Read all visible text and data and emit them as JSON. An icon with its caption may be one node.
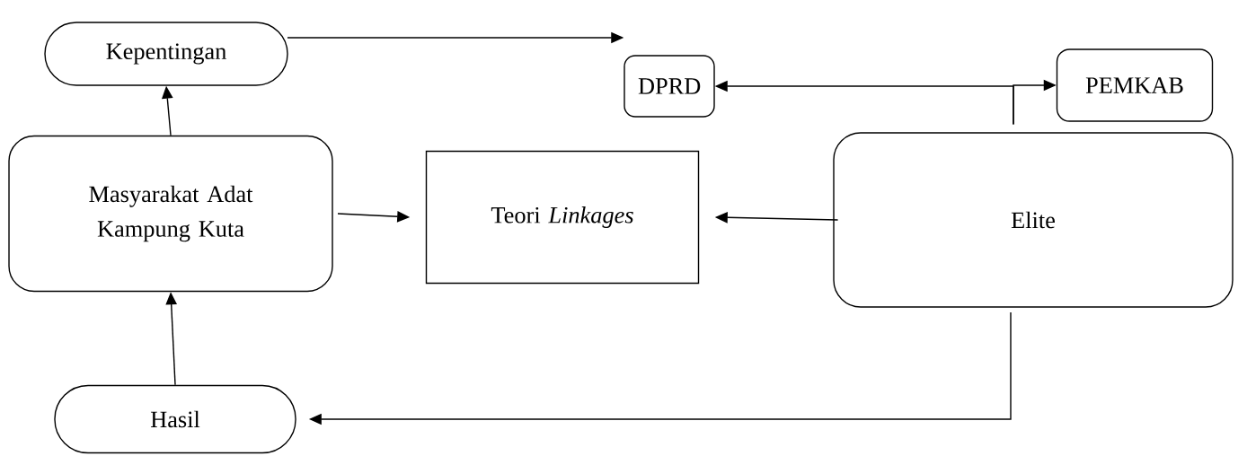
{
  "diagram": {
    "nodes": [
      {
        "text": [
          "Kepentingan"
        ]
      },
      {
        "text": [
          "DPRD"
        ]
      },
      {
        "text": [
          "PEMKAB"
        ]
      },
      {
        "text": [
          "Masyarakat Adat Kampung Kuta"
        ]
      },
      {
        "text": [
          "Teori *Linkages*"
        ]
      },
      {
        "text": [
          "Elite"
        ]
      },
      {
        "text": [
          "Hasil"
        ]
      }
    ],
    "edges": [
      {
        "from": 0,
        "to": 1,
        "arrow": "to"
      },
      {
        "from": 5,
        "to": 1,
        "arrow": "to"
      },
      {
        "from": 5,
        "to": 2,
        "arrow": "to"
      },
      {
        "from": 3,
        "to": 0,
        "arrow": "to"
      },
      {
        "from": 3,
        "to": 4,
        "arrow": "to"
      },
      {
        "from": 5,
        "to": 4,
        "arrow": "to"
      },
      {
        "from": 6,
        "to": 3,
        "arrow": "to"
      },
      {
        "from": 5,
        "to": 6,
        "arrow": "to"
      }
    ]
  }
}
